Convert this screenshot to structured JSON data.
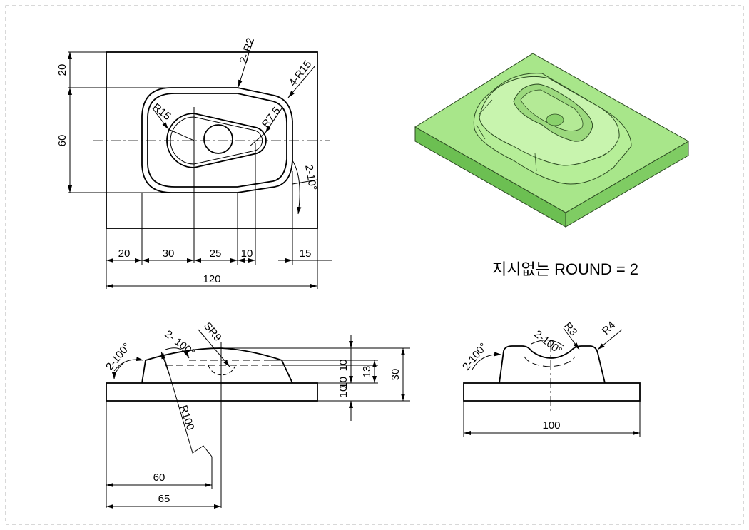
{
  "colors": {
    "part_fill": "#a8e68a",
    "part_side": "#6cbf52",
    "part_edge": "#2c4a22",
    "frame": "#b0b0b0"
  },
  "note": "지시없는 ROUND = 2",
  "top_view": {
    "dims": {
      "h_20": "20",
      "h_60": "60",
      "w_20": "20",
      "w_30": "30",
      "w_25": "25",
      "w_10": "10",
      "w_15": "15",
      "w_120": "120"
    },
    "callouts": {
      "r2": "2- R2",
      "r15_corners": "4-R15",
      "r15": "R15",
      "r7_5": "R7.5",
      "draft": "2-10°"
    }
  },
  "front_view": {
    "dims": {
      "d10a": "10",
      "d10b": "10",
      "d10c": "10",
      "d13": "13",
      "d30": "30",
      "d60": "60",
      "d65": "65"
    },
    "callouts": {
      "angle_left": "2-100°",
      "angle_inner": "2- 100°",
      "sr9": "SR9",
      "r100": "R100"
    }
  },
  "side_view": {
    "dims": {
      "d100": "100"
    },
    "callouts": {
      "angle_left": "2-100°",
      "angle_inner": "2-100°",
      "r3": "R3",
      "r4": "R4"
    }
  }
}
